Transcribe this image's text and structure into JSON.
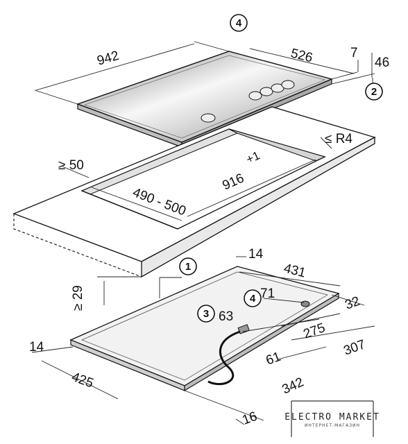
{
  "top_dimensions": {
    "width": "942",
    "depth": "526",
    "glass_thickness": "7",
    "height": "46",
    "corner_radius": "≤ R4",
    "cutout_width": "916",
    "cutout_tolerance": "+1",
    "cutout_depth": "490 - 500",
    "min_clearance": "≥ 50"
  },
  "bottom_dimensions": {
    "d14_top": "14",
    "d431": "431",
    "d71": "71",
    "d32": "32",
    "d63": "63",
    "d275": "275",
    "d307": "307",
    "d61": "61",
    "d342": "342",
    "d425": "425",
    "d14_left": "14",
    "d16": "16",
    "min_depth": "≥ 29"
  },
  "badges": {
    "b1": "1",
    "b2": "2",
    "b3": "3",
    "b4_top": "4",
    "b4_bottom": "4"
  },
  "watermark": {
    "brand": "ELECTRO MARKET",
    "tagline": "ИНТЕРНЕТ-МАГАЗИН"
  },
  "colors": {
    "glass_light": "#f4f4f4",
    "glass_dark": "#8a8a8a",
    "panel_fill": "#e8e8e8",
    "outline": "#111111"
  }
}
